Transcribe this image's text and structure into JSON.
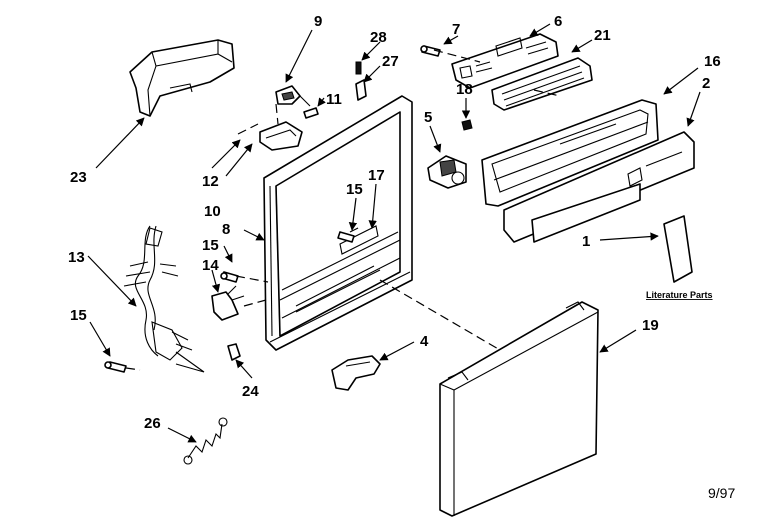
{
  "callouts": {
    "c1": "1",
    "c2": "2",
    "c4": "4",
    "c5": "5",
    "c6": "6",
    "c7": "7",
    "c8": "8",
    "c9": "9",
    "c10": "10",
    "c11": "11",
    "c12": "12",
    "c13": "13",
    "c14": "14",
    "c15a": "15",
    "c15b": "15",
    "c15c": "15",
    "c16": "16",
    "c17": "17",
    "c18": "18",
    "c19": "19",
    "c21": "21",
    "c23": "23",
    "c24": "24",
    "c26": "26",
    "c27": "27",
    "c28": "28"
  },
  "literature_label": "Literature Parts",
  "date_code": "9/97"
}
